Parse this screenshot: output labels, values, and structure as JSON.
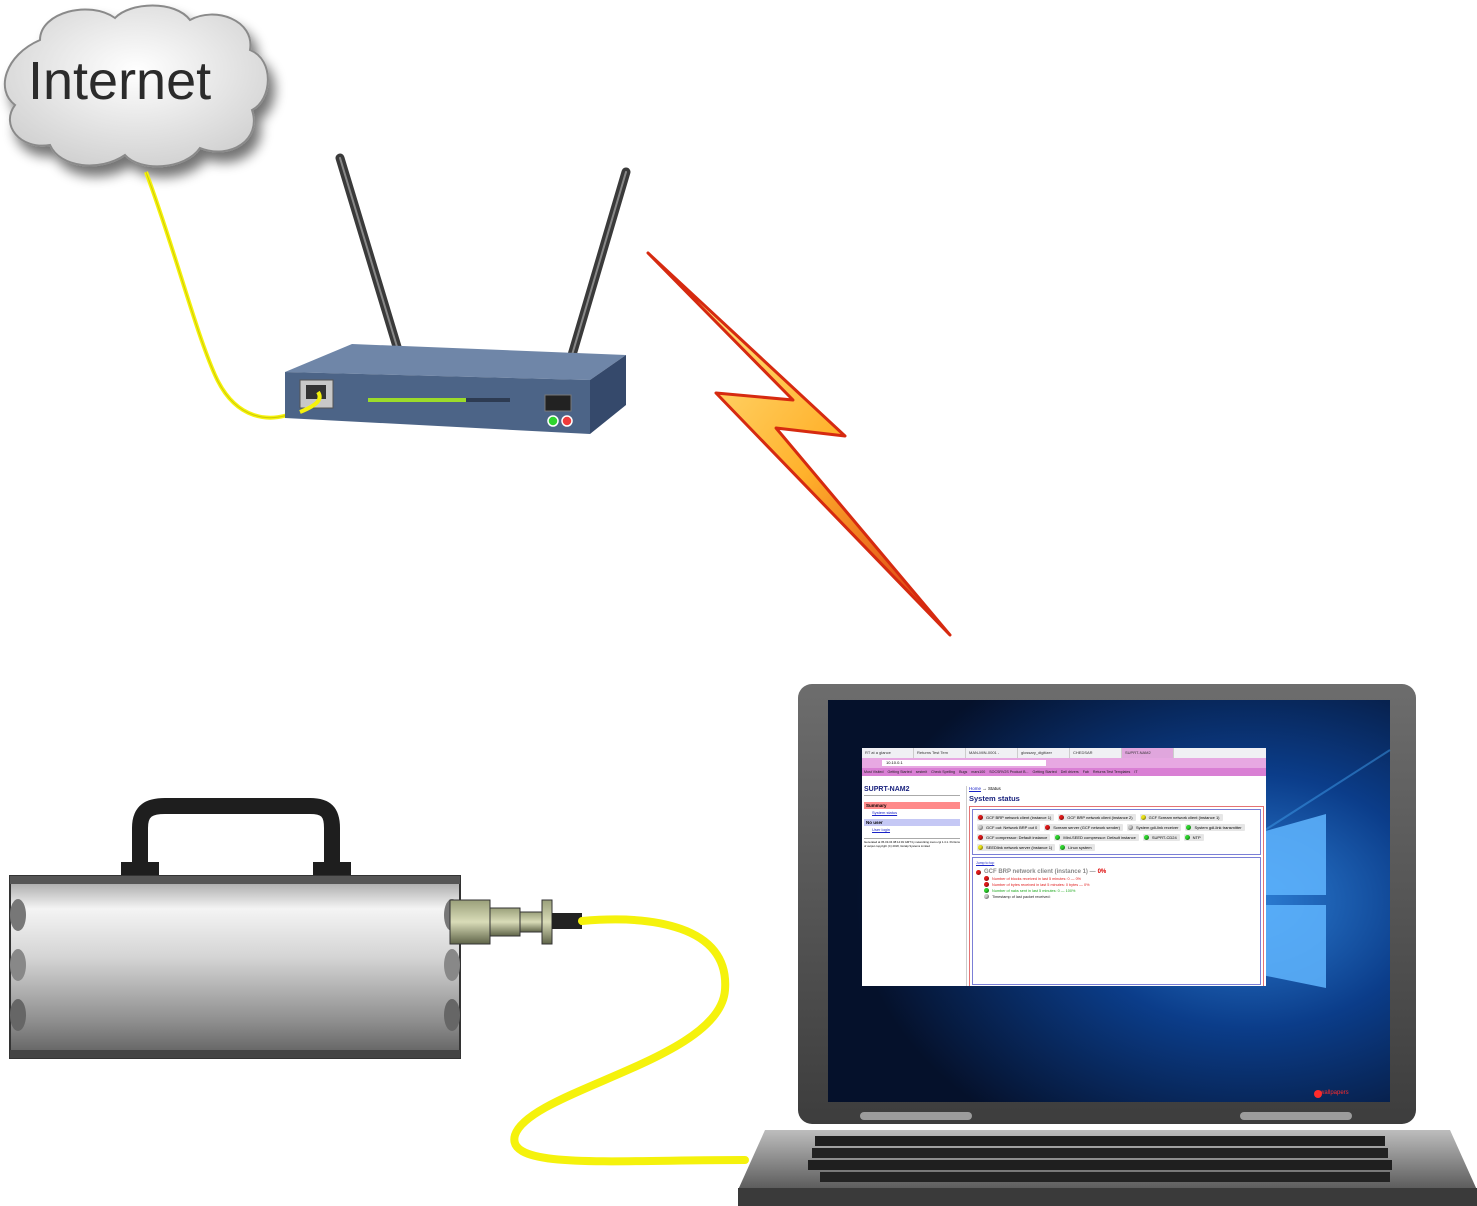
{
  "cloud": {
    "label": "Internet"
  },
  "colors": {
    "cable": "#f5f20c",
    "lightning_outer": "#d62a10",
    "lightning_inner": "#fbe16a",
    "router_body": "#4c6487",
    "case_handle": "#1e1e1e",
    "screen_bg": "#0a1b40",
    "browser_urlbar": "#e7a8e2",
    "status_red": "#e01818",
    "status_yellow": "#e8e01a",
    "status_green": "#2fd42f",
    "status_grey": "#c8c8c8"
  },
  "browser": {
    "tabs": [
      {
        "label": "RT at a glance",
        "active": false
      },
      {
        "label": "Returns Test Tem",
        "active": false
      },
      {
        "label": "MAN-MIN-0001 -",
        "active": false
      },
      {
        "label": "glossary_digitizer",
        "active": false
      },
      {
        "label": "CHEDSAR",
        "active": false
      },
      {
        "label": "SUPRT-NAM2",
        "active": true
      }
    ],
    "url": "10.10.0.1",
    "bookmarks": [
      "Most Visited",
      "Getting Started",
      "sestmit",
      "Check Spelling",
      "Bugs",
      "mars100",
      "SOCSRV2S Product B...",
      "Getting Started",
      "Dell drivers",
      "Fab",
      "Returns Test Templates",
      "IT"
    ],
    "site_title": "SUPRT-NAM2",
    "sidebar": {
      "summary": "Summary",
      "system_status_link": "System status",
      "no_user": "No user",
      "user_login_link": "User login",
      "footnote": "Generated at 05-03-04 08:14:49 GMT by networking menu.cgi 1.4.1. Portions of output copyright (C) 2018, Güralp Systems Limited"
    },
    "breadcrumb_home": "Home",
    "breadcrumb_rest": "→ Status",
    "page_title": "System status",
    "status_items": [
      {
        "label": "GCF BRP network client (instance 1)",
        "status": "red"
      },
      {
        "label": "GCF BRP network client (instance 2)",
        "status": "red"
      },
      {
        "label": "GCF Scream network client (instance 1)",
        "status": "yellow"
      },
      {
        "label": "GCF out: Network BRP out 0",
        "status": "grey"
      },
      {
        "label": "Scream server (GCF network sender)",
        "status": "red"
      },
      {
        "label": "System gdi-link receiver",
        "status": "grey"
      },
      {
        "label": "System gdi-link transmitter",
        "status": "green"
      },
      {
        "label": "GCF compressor: Default instance",
        "status": "red"
      },
      {
        "label": "Mini-SEED compressor: Default instance",
        "status": "green"
      },
      {
        "label": "SUPRT-CD24",
        "status": "green"
      },
      {
        "label": "NTP",
        "status": "green"
      },
      {
        "label": "SEEDlink network server (instance 1)",
        "status": "yellow"
      },
      {
        "label": "Linux system",
        "status": "green"
      }
    ],
    "jump_link": "Jump to top",
    "detail": {
      "title": "GCF BRP network client (instance 1) —",
      "percent": "0%",
      "rows": [
        {
          "text": "Number of blocks received in last 5 minutes: 0 — 0%",
          "status": "red"
        },
        {
          "text": "Number of bytes received in last 5 minutes: 0 bytes — 0%",
          "status": "red"
        },
        {
          "text": "Number of naks sent in last 5 minutes: 0 — 100%",
          "status": "green"
        },
        {
          "text": "Timestamp of last packet received:",
          "status": "grey"
        }
      ]
    }
  },
  "wallpaper_tag": "wallpapers"
}
